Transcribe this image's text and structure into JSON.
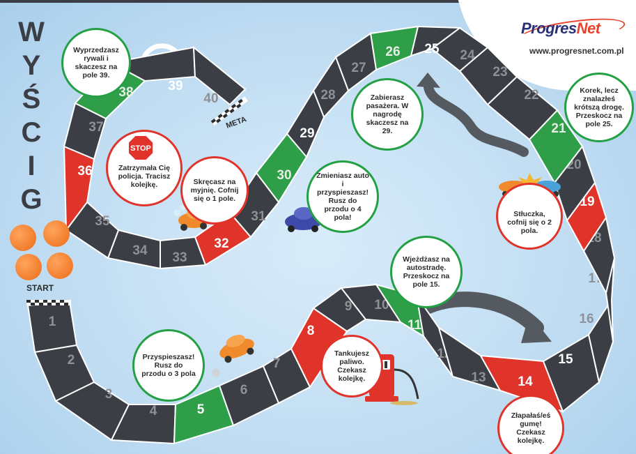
{
  "title": {
    "letters": [
      "W",
      "Y",
      "Ś",
      "C",
      "I",
      "G"
    ]
  },
  "brand": {
    "name_a": "Progres",
    "name_b": "Net",
    "url": "www.progresnet.com.pl"
  },
  "labels": {
    "start": "START",
    "meta": "META",
    "stop_sign": "STOP"
  },
  "fields": [
    {
      "n": "1",
      "color": "dark"
    },
    {
      "n": "2",
      "color": "dark"
    },
    {
      "n": "3",
      "color": "dark"
    },
    {
      "n": "4",
      "color": "dark"
    },
    {
      "n": "5",
      "color": "green"
    },
    {
      "n": "6",
      "color": "dark"
    },
    {
      "n": "7",
      "color": "dark"
    },
    {
      "n": "8",
      "color": "red"
    },
    {
      "n": "9",
      "color": "dark"
    },
    {
      "n": "10",
      "color": "dark"
    },
    {
      "n": "11",
      "color": "green"
    },
    {
      "n": "12",
      "color": "dark"
    },
    {
      "n": "13",
      "color": "dark"
    },
    {
      "n": "14",
      "color": "red"
    },
    {
      "n": "15",
      "color": "dark"
    },
    {
      "n": "16",
      "color": "dark"
    },
    {
      "n": "17",
      "color": "dark"
    },
    {
      "n": "18",
      "color": "dark"
    },
    {
      "n": "19",
      "color": "red"
    },
    {
      "n": "20",
      "color": "dark"
    },
    {
      "n": "21",
      "color": "green"
    },
    {
      "n": "22",
      "color": "dark"
    },
    {
      "n": "23",
      "color": "dark"
    },
    {
      "n": "24",
      "color": "dark"
    },
    {
      "n": "25",
      "color": "dark"
    },
    {
      "n": "26",
      "color": "green"
    },
    {
      "n": "27",
      "color": "dark"
    },
    {
      "n": "28",
      "color": "dark"
    },
    {
      "n": "29",
      "color": "dark"
    },
    {
      "n": "30",
      "color": "green"
    },
    {
      "n": "31",
      "color": "dark"
    },
    {
      "n": "32",
      "color": "red"
    },
    {
      "n": "33",
      "color": "dark"
    },
    {
      "n": "34",
      "color": "dark"
    },
    {
      "n": "35",
      "color": "dark"
    },
    {
      "n": "36",
      "color": "red"
    },
    {
      "n": "37",
      "color": "dark"
    },
    {
      "n": "38",
      "color": "green"
    },
    {
      "n": "39",
      "color": "dark"
    },
    {
      "n": "40",
      "color": "dark"
    }
  ],
  "instructions": {
    "f38": "Wyprzedzasz rywali i skaczesz na pole 39.",
    "f36": "Zatrzymała Cię policja. Tracisz kolejkę.",
    "f32": "Skręcasz na myjnię. Cofnij się o 1 pole.",
    "f30": "Zmieniasz auto i przyspieszasz! Rusz do przodu o 4 pola!",
    "f26": "Zabierasz pasażera. W nagrodę skaczesz na 29.",
    "f21": "Korek, lecz znalazłeś krótszą drogę. Przeskocz na pole 25.",
    "f19": "Stłuczka, cofnij się o 2 pola.",
    "f11": "Wjeżdżasz na autostradę. Przeskocz na pole 15.",
    "f8": "Tankujesz paliwo. Czekasz kolejkę.",
    "f5": "Przyspieszasz! Rusz do przodu o 3 pola",
    "f14": "Złapałaś/eś gumę! Czekasz kolejkę."
  },
  "colors": {
    "track": "#3b3e45",
    "green": "#2f9e49",
    "red": "#e0342b",
    "token": "#ec6c18",
    "brand_blue": "#2a2f7a",
    "brand_red": "#e8432e"
  }
}
